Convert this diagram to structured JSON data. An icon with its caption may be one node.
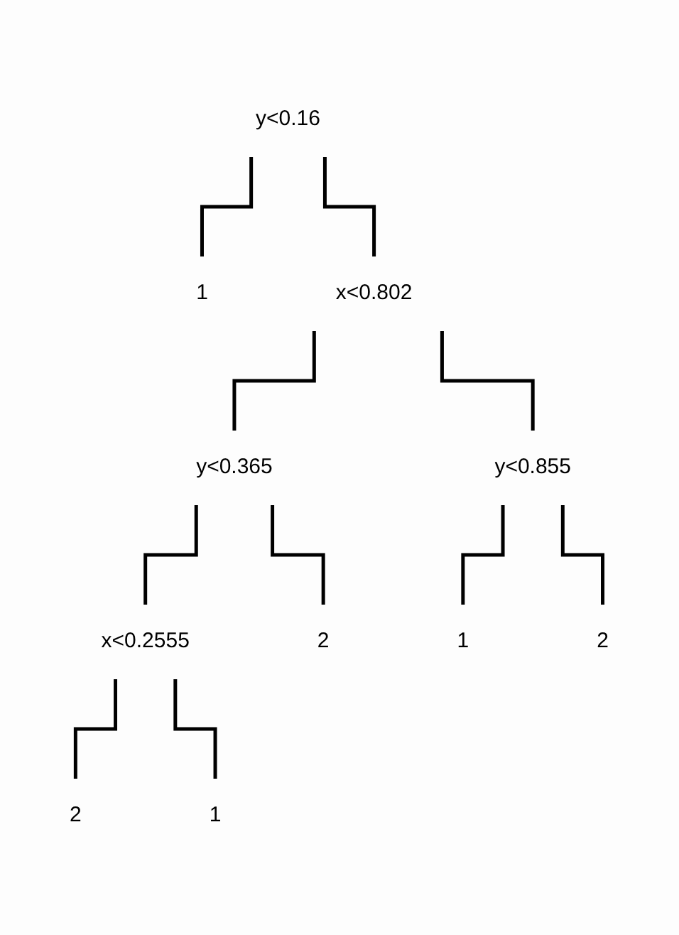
{
  "diagram": {
    "nodes": [
      {
        "text": [
          "y<0.16"
        ]
      },
      {
        "text": [
          "1"
        ]
      },
      {
        "text": [
          "x<0.802"
        ]
      },
      {
        "text": [
          "y<0.365"
        ]
      },
      {
        "text": [
          "y<0.855"
        ]
      },
      {
        "text": [
          "x<0.2555"
        ]
      },
      {
        "text": [
          "2"
        ]
      },
      {
        "text": [
          "1"
        ]
      },
      {
        "text": [
          "2"
        ]
      },
      {
        "text": [
          "2"
        ]
      },
      {
        "text": [
          "1"
        ]
      }
    ],
    "edges": [
      {
        "from": 0,
        "to": 1,
        "arrow": "none"
      },
      {
        "from": 0,
        "to": 2,
        "arrow": "none"
      },
      {
        "from": 2,
        "to": 3,
        "arrow": "none"
      },
      {
        "from": 2,
        "to": 4,
        "arrow": "none"
      },
      {
        "from": 3,
        "to": 5,
        "arrow": "none"
      },
      {
        "from": 3,
        "to": 6,
        "arrow": "none"
      },
      {
        "from": 4,
        "to": 7,
        "arrow": "none"
      },
      {
        "from": 4,
        "to": 8,
        "arrow": "none"
      },
      {
        "from": 5,
        "to": 9,
        "arrow": "none"
      },
      {
        "from": 5,
        "to": 10,
        "arrow": "none"
      }
    ]
  }
}
